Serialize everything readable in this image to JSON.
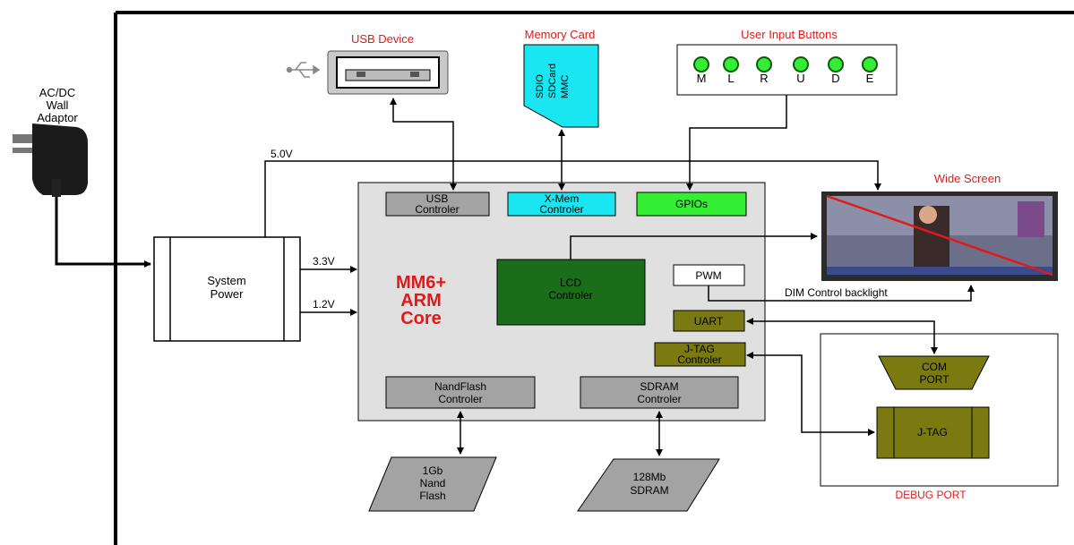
{
  "adaptor": {
    "line1": "AC/DC",
    "line2": "Wall",
    "line3": "Adaptor"
  },
  "power": {
    "label1": "System",
    "label2": "Power",
    "v50": "5.0V",
    "v33": "3.3V",
    "v12": "1.2V"
  },
  "core": {
    "line1": "MM6+",
    "line2": "ARM",
    "line3": "Core"
  },
  "usb": {
    "title": "USB Device",
    "ctl1": "USB",
    "ctl2": "Controler"
  },
  "memcard": {
    "title": "Memory Card",
    "l1": "SDIO",
    "l2": "SDCard",
    "l3": "MMC",
    "ctl1": "X-Mem",
    "ctl2": "Controler"
  },
  "buttons": {
    "title": "User Input Buttons",
    "labels": [
      "M",
      "L",
      "R",
      "U",
      "D",
      "E"
    ]
  },
  "gpio": {
    "label": "GPIOs"
  },
  "screen": {
    "title": "Wide Screen"
  },
  "lcd": {
    "l1": "LCD",
    "l2": "Controler"
  },
  "pwm": {
    "label": "PWM",
    "dim": "DIM Control backlight"
  },
  "uart": {
    "label": "UART"
  },
  "jtagctl": {
    "l1": "J-TAG",
    "l2": "Controler"
  },
  "nand": {
    "ctl1": "NandFlash",
    "ctl2": "Controler",
    "chip1": "1Gb",
    "chip2": "Nand",
    "chip3": "Flash"
  },
  "sdram": {
    "ctl1": "SDRAM",
    "ctl2": "Controler",
    "chip1": "128Mb",
    "chip2": "SDRAM"
  },
  "debug": {
    "title": "DEBUG PORT",
    "com1": "COM",
    "com2": "PORT",
    "jtag": "J-TAG"
  },
  "colors": {
    "ctl_gray": "#a3a3a3",
    "cyan": "#19e6f0",
    "green": "#33ee33",
    "lcd_green": "#1a6e1a",
    "olive": "#7a7a10",
    "label_red": "#e01a1a",
    "core_bg": "#e0e0e0"
  }
}
